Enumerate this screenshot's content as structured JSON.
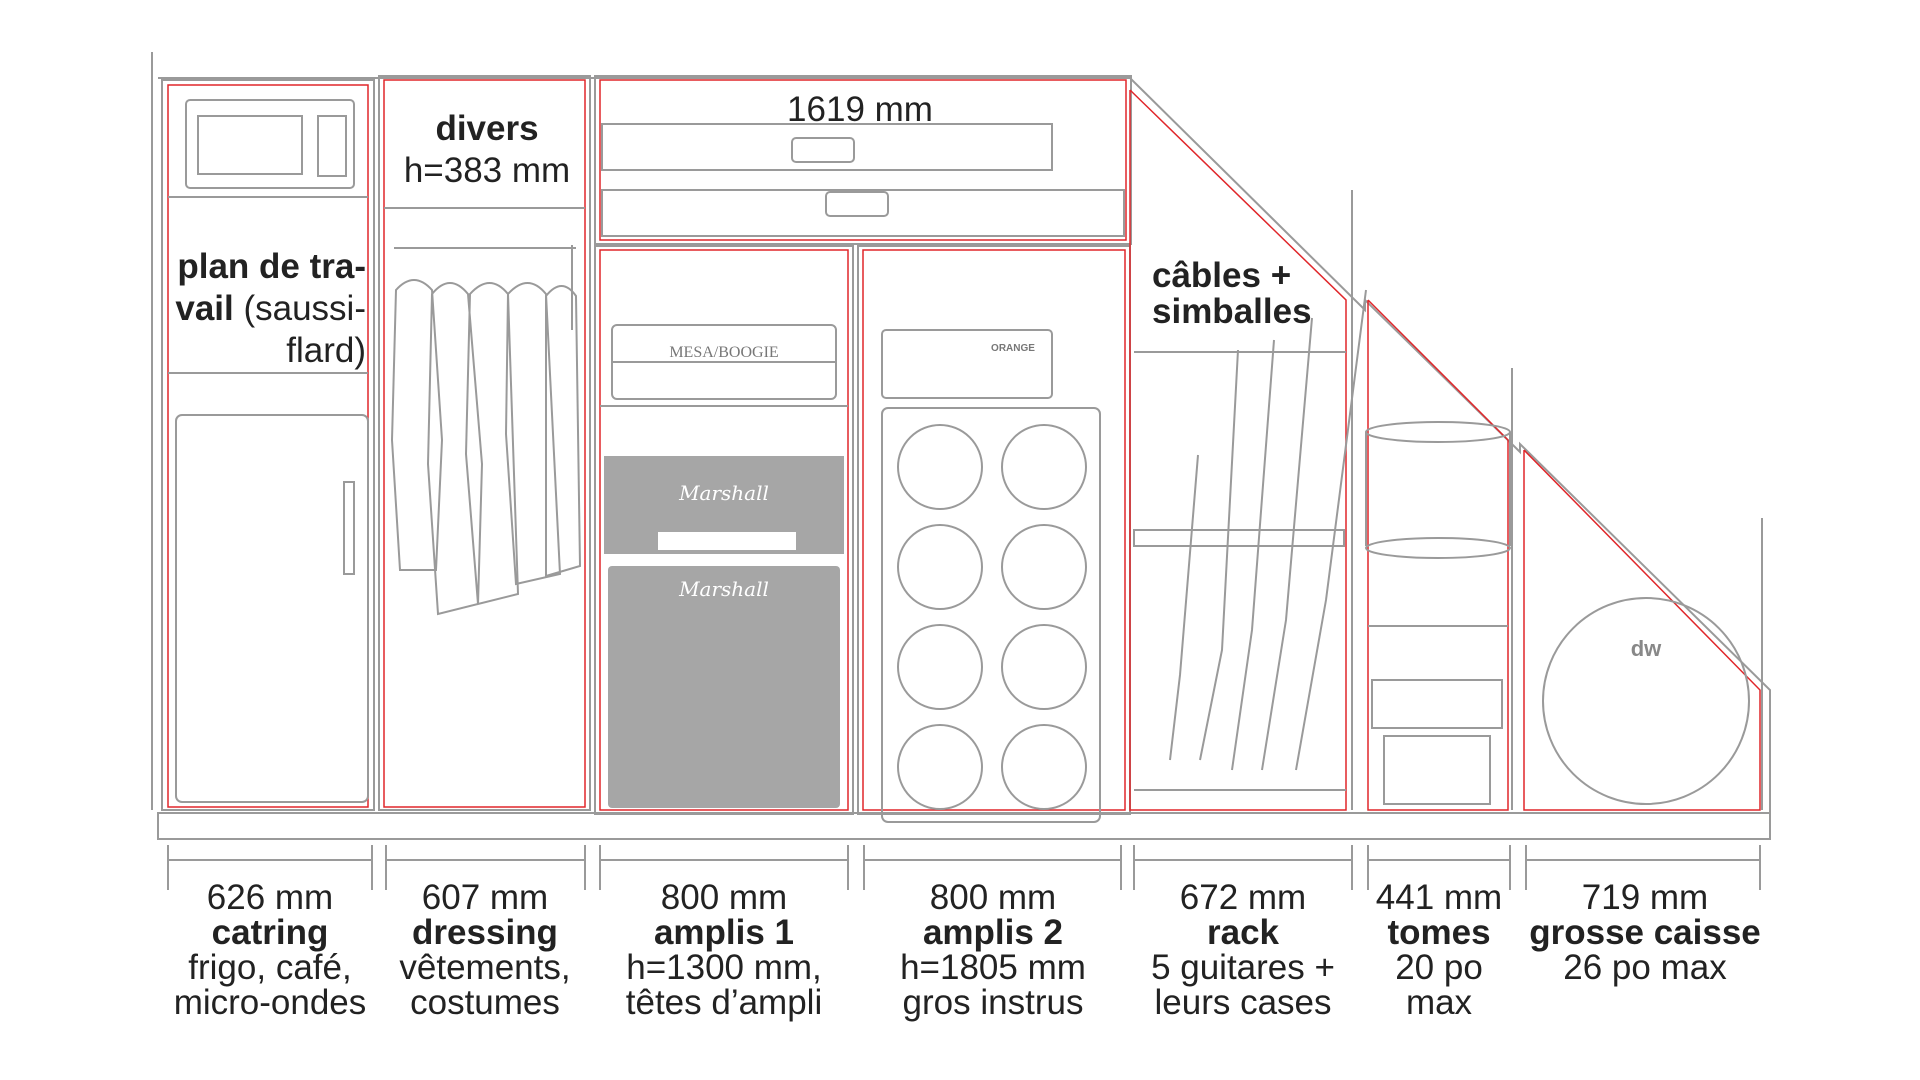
{
  "title_dimension": "1619 mm",
  "inner_labels": {
    "divers_title": "divers",
    "divers_height": "h=383 mm",
    "catering_line1_bold": "plan de tra-",
    "catering_line2_bold": "vail",
    "catering_line2_rest": " (saussi-",
    "catering_line3": "flard)",
    "cables_line1": "câbles +",
    "cables_line2": "simballes"
  },
  "brand_labels": {
    "mesa": "MESA/BOOGIE",
    "orange": "ORANGE",
    "marshall_head": "Marshall",
    "marshall_cab": "Marshall",
    "dw": "dw"
  },
  "sections": [
    {
      "width": "626 mm",
      "name": "catring",
      "desc1": "frigo, café,",
      "desc2": "micro-ondes"
    },
    {
      "width": "607 mm",
      "name": "dressing",
      "desc1": "vêtements,",
      "desc2": "costumes"
    },
    {
      "width": "800 mm",
      "name": "amplis 1",
      "desc1": "h=1300 mm,",
      "desc2": "têtes d’ampli"
    },
    {
      "width": "800 mm",
      "name": "amplis 2",
      "desc1": "h=1805 mm",
      "desc2": "gros instrus"
    },
    {
      "width": "672 mm",
      "name": "rack",
      "desc1": "5 guitares +",
      "desc2": "leurs cases"
    },
    {
      "width": "441 mm",
      "name": "tomes",
      "desc1": "20 po",
      "desc2": "max"
    },
    {
      "width": "719 mm",
      "name": "grosse caisse",
      "desc1": "26 po max",
      "desc2": ""
    }
  ],
  "colors": {
    "outline": "#9a9a9a",
    "red": "#e0262a",
    "amp_fill": "#a6a6a6"
  }
}
